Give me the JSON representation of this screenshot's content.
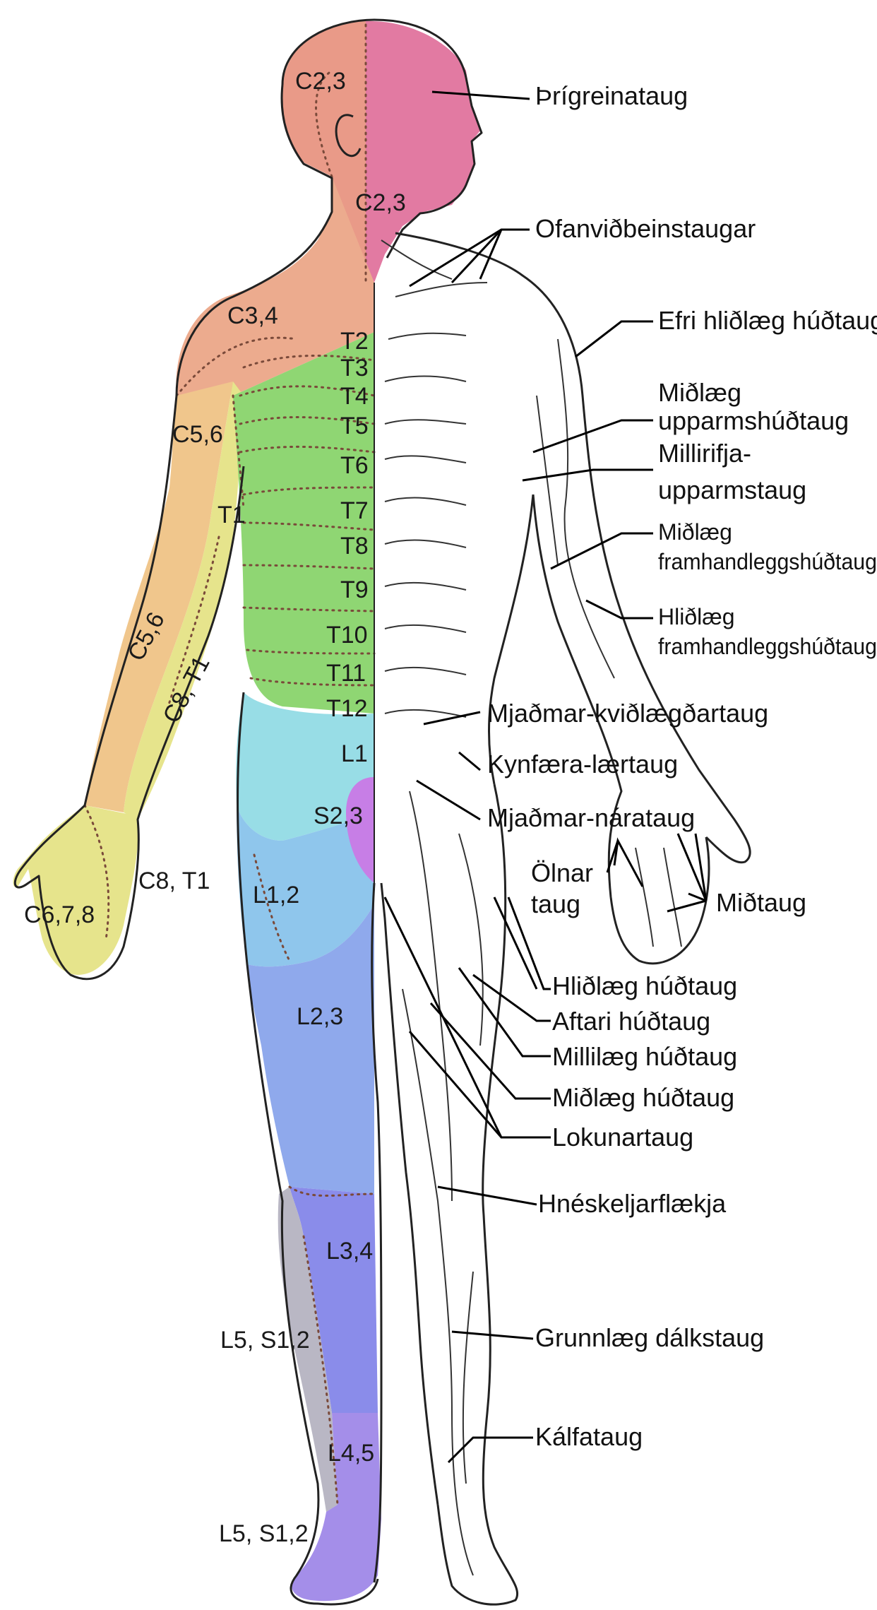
{
  "dermatomes": {
    "c23_head": "C2,3",
    "c23_face": "C2,3",
    "c34": "C3,4",
    "t2": "T2",
    "t3": "T3",
    "t4": "T4",
    "t5": "T5",
    "t6": "T6",
    "t7": "T7",
    "t8": "T8",
    "t9": "T9",
    "t10": "T10",
    "t11": "T11",
    "t12": "T12",
    "c56_shoulder": "C5,6",
    "t1_arm": "T1",
    "c56_forearm": "C5,6",
    "c8t1_forearm": "C8, T1",
    "c8t1_hand": "C8, T1",
    "c678": "C6,7,8",
    "l1": "L1",
    "s23": "S2,3",
    "l12": "L1,2",
    "l23": "L2,3",
    "l34": "L3,4",
    "l5s12_upper": "L5, S1,2",
    "l45": "L4,5",
    "l5s12_lower": "L5, S1,2"
  },
  "nerves": {
    "trigeminal": "Þrígreinataug",
    "supraclavicular": "Ofanviðbeinstaugar",
    "upper_lateral": "Efri hliðlæg húðtaug",
    "medial_brachial_1": "Miðlæg",
    "medial_brachial_2": "upparmshúðtaug",
    "intercosto_1": "Millirifja-",
    "intercosto_2": "upparmstaug",
    "medial_antebrachial_1": "Miðlæg",
    "medial_antebrachial_2": "framhandleggshúðtaug",
    "lateral_antebrachial_1": "Hliðlæg",
    "lateral_antebrachial_2": "framhandleggshúðtaug",
    "iliohypogastric": "Mjaðmar-kviðlægðartaug",
    "genitofemoral": "Kynfæra-lærtaug",
    "ilioinguinal": "Mjaðmar-nárataug",
    "ulnar_1": "Ölnar",
    "ulnar_2": "taug",
    "median": "Miðtaug",
    "lateral_femoral": "Hliðlæg húðtaug",
    "posterior_femoral": "Aftari húðtaug",
    "intermediate_femoral": "Millilæg húðtaug",
    "medial_femoral": "Miðlæg húðtaug",
    "obturator": "Lokunartaug",
    "patellar_plexus": "Hnéskeljarflækja",
    "superficial_peroneal": "Grunnlæg dálkstaug",
    "saphenous": "Kálfataug"
  },
  "colors": {
    "cervical_head": "#e99a88",
    "trigeminal_face": "#e27aa2",
    "neck_shoulder": "#ecab8e",
    "arm_c56": "#f0c68c",
    "arm_c8t1": "#e6e48c",
    "thoracic": "#8fd673",
    "lumbar_l1": "#98dde6",
    "lumbar_l12": "#8fc6ec",
    "lumbar_l23": "#8fa9ec",
    "lumbar_l34": "#8a8cea",
    "sacral_s23": "#c77ee6",
    "l5s12": "#b9b7c4",
    "l45_foot": "#a48ee9"
  }
}
